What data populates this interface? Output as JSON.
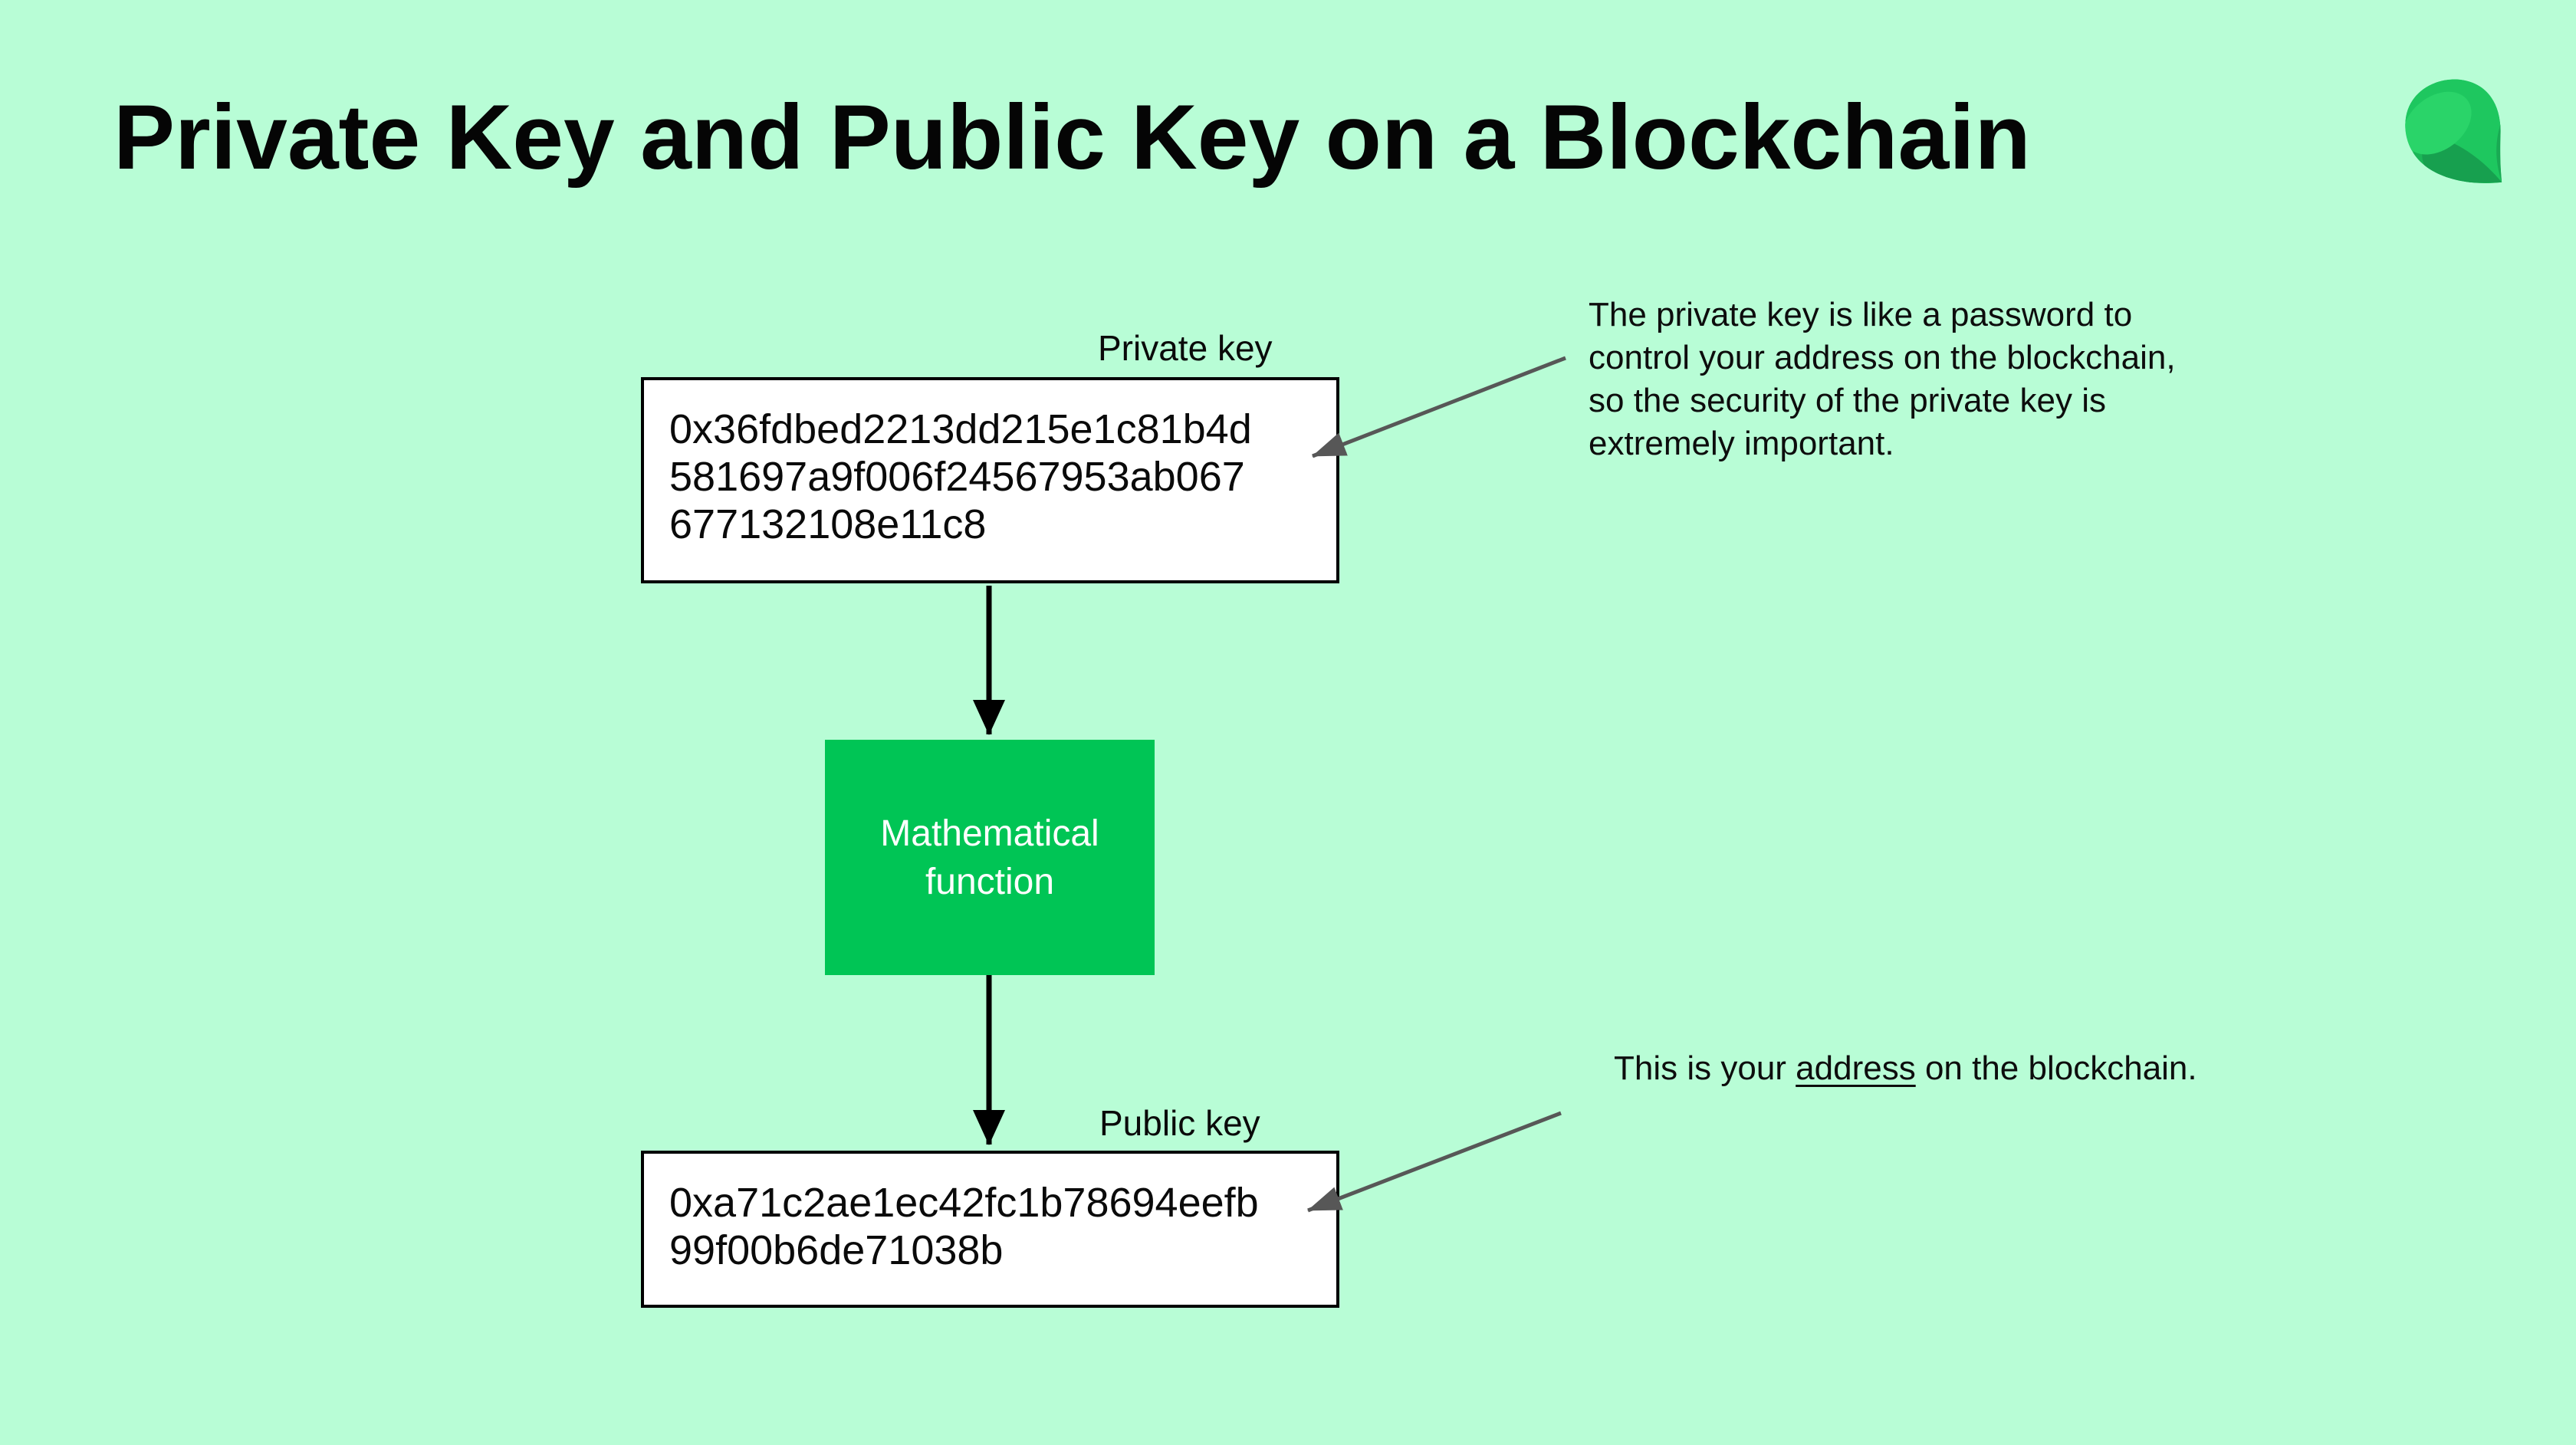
{
  "page": {
    "title": "Private Key and Public Key on a Blockchain"
  },
  "logo": {
    "name": "emerald-gem-logo",
    "colors": {
      "body": "#1ec75f",
      "bright_face": "#2ad469",
      "mid_facet": "#1bb657",
      "dark_facet": "#17a04f"
    }
  },
  "diagram": {
    "private_key": {
      "label": "Private key",
      "lines": [
        "0x36fdbed2213dd215e1c81b4d",
        "581697a9f006f24567953ab067",
        "677132108e11c8"
      ]
    },
    "function_box": {
      "line1": "Mathematical",
      "line2": "function",
      "color": "#00c555"
    },
    "public_key": {
      "label": "Public key",
      "lines": [
        "0xa71c2ae1ec42fc1b78694eefb",
        "99f00b6de71038b"
      ]
    }
  },
  "annotations": {
    "private_note": {
      "lines": [
        "The private key is like a password to",
        "control your address on the blockchain,",
        "so the security of the private key is",
        "extremely important."
      ]
    },
    "address_note": {
      "prefix": "This is your ",
      "underlined": "address",
      "suffix": " on the blockchain."
    }
  },
  "colors": {
    "background": "#b8fdd6",
    "box_border": "#000000",
    "box_fill": "#ffffff",
    "function_green": "#00c555",
    "black_arrow": "#000000",
    "gray_arrow": "#575757",
    "text": "#0a0a0a"
  }
}
